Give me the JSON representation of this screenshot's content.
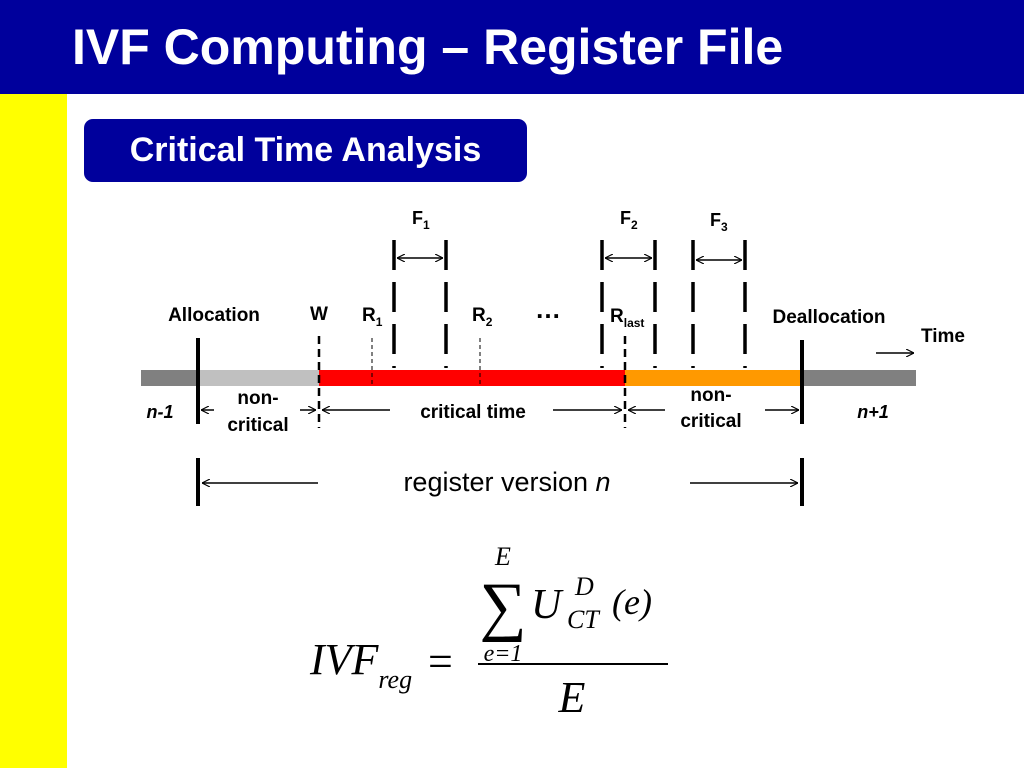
{
  "slide": {
    "title": "IVF Computing – Register File",
    "subtitle": "Critical Time Analysis"
  },
  "colors": {
    "title_bar": "#00009c",
    "side_bar": "#ffff00",
    "timeline_gray": "#808080",
    "noncritical_gray": "#c0c0c0",
    "critical_red": "#ff0000",
    "noncritical_orange": "#ff9900"
  },
  "diagram": {
    "f1": "F",
    "f1_sub": "1",
    "f2": "F",
    "f2_sub": "2",
    "f3": "F",
    "f3_sub": "3",
    "allocation": "Allocation",
    "w": "W",
    "r1": "R",
    "r1_sub": "1",
    "r2": "R",
    "r2_sub": "2",
    "ellipsis": "…",
    "rlast": "R",
    "rlast_sub": "last",
    "deallocation": "Deallocation",
    "time": "Time",
    "n_minus_1": "n-1",
    "n_plus_1": "n+1",
    "noncritical_left_1": "non-",
    "noncritical_left_2": "critical",
    "critical_time": "critical time",
    "noncritical_right_1": "non-",
    "noncritical_right_2": "critical",
    "register_version": "register version ",
    "register_version_n": "n"
  },
  "formula": {
    "lhs": "IVF",
    "lhs_sub": "reg",
    "equals": "=",
    "sum_upper": "E",
    "sum_symbol": "∑",
    "u": "U",
    "u_sup": "D",
    "u_sub": "CT",
    "arg": "(e)",
    "sum_lower": "e=1",
    "denominator": "E"
  }
}
